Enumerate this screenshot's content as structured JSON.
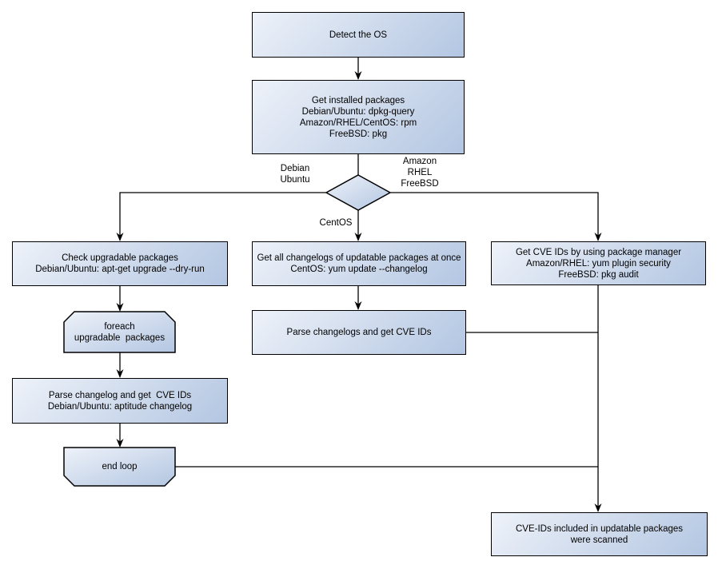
{
  "colors": {
    "background": "#ffffff",
    "node_fill_light": "#eef2f9",
    "node_fill_dark": "#b3c6e2",
    "node_border": "#000000",
    "connector": "#000000",
    "text": "#000000"
  },
  "nodes": {
    "detect_os": {
      "shape": "rect",
      "lines": [
        "Detect the OS"
      ]
    },
    "get_installed_packages": {
      "shape": "rect",
      "lines": [
        "Get installed packages",
        "Debian/Ubuntu: dpkg-query",
        "Amazon/RHEL/CentOS: rpm",
        "FreeBSD: pkg"
      ]
    },
    "os_decision": {
      "shape": "diamond",
      "lines": []
    },
    "check_upgradable_packages": {
      "shape": "rect",
      "lines": [
        "Check upgradable packages",
        "Debian/Ubuntu: apt-get upgrade --dry-run"
      ]
    },
    "foreach_loop": {
      "shape": "loop-start",
      "lines": [
        "foreach",
        "upgradable  packages"
      ]
    },
    "parse_changelog_debian": {
      "shape": "rect",
      "lines": [
        "Parse changelog and get  CVE IDs",
        "Debian/Ubuntu: aptitude changelog"
      ]
    },
    "end_loop": {
      "shape": "loop-end",
      "lines": [
        "end loop"
      ]
    },
    "get_all_changelogs": {
      "shape": "rect",
      "lines": [
        "Get all changelogs of updatable packages at once",
        "CentOS: yum update --changelog"
      ]
    },
    "parse_changelogs_centos": {
      "shape": "rect",
      "lines": [
        "Parse changelogs and get CVE IDs"
      ]
    },
    "get_cve_ids_pkg_manager": {
      "shape": "rect",
      "lines": [
        "Get CVE IDs by using package manager",
        "Amazon/RHEL: yum plugin security",
        "FreeBSD: pkg audit"
      ]
    },
    "result_scanned": {
      "shape": "rect",
      "lines": [
        "CVE-IDs included in updatable packages",
        "were scanned"
      ]
    }
  },
  "edge_labels": {
    "debian_ubuntu": [
      "Debian",
      "Ubuntu"
    ],
    "amazon_rhel_freebsd": [
      "Amazon",
      "RHEL",
      "FreeBSD"
    ],
    "centos": "CentOS"
  }
}
